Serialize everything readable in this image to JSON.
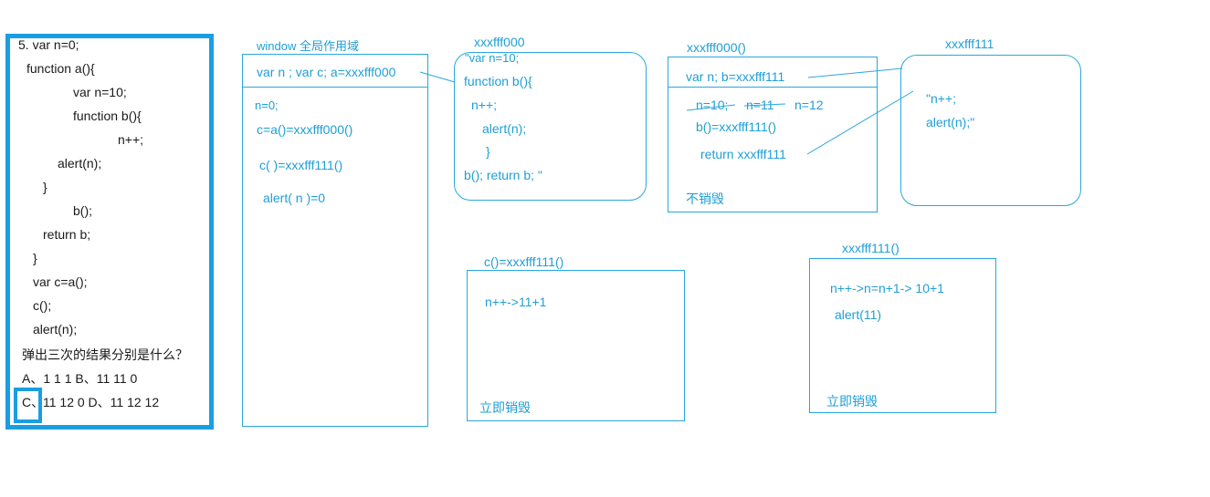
{
  "question": {
    "code_lines": [
      "5.    var n=0;",
      "function a(){",
      "var n=10;",
      "function b(){",
      "n++;",
      "alert(n);",
      "}",
      "b();",
      "return b;",
      "}",
      "var c=a();",
      "c();",
      "alert(n);"
    ],
    "prompt": "弹出三次的结果分别是什么？",
    "options_line1": "A、1 1 1   B、11 11 0",
    "options_c_letter": "C、",
    "options_line2_rest": "11 12 0  D、11 12 12"
  },
  "window_scope": {
    "title": "window 全局作用域",
    "header": "var n ; var c;  a=xxxfff000",
    "lines": [
      "n=0;",
      "c=a()=xxxfff000()",
      "c( )=xxxfff111()",
      "alert( n )=0"
    ]
  },
  "heap_a": {
    "title": "xxxfff000",
    "lines": [
      "\"var n=10;",
      "function b(){",
      "n++;",
      "alert(n);",
      "}",
      "b(); return b; \""
    ]
  },
  "scope_a": {
    "title": "xxxfff000()",
    "header": "var n; b=xxxfff111",
    "strike1": "n=10;",
    "strike2": "n=11",
    "current": "n=12",
    "line2": "b()=xxxfff111()",
    "line3": "return xxxfff111",
    "footer": "不销毁"
  },
  "heap_b": {
    "title": "xxxfff111",
    "lines": [
      "\"n++;",
      "alert(n);\""
    ]
  },
  "scope_c": {
    "title": "c()=xxxfff111()",
    "line1": "n++->11+1",
    "footer": "立即销毁"
  },
  "scope_b": {
    "title": "xxxfff111()",
    "line1": "n++->n=n+1-> 10+1",
    "line2": "alert(11)",
    "footer": "立即销毁"
  }
}
